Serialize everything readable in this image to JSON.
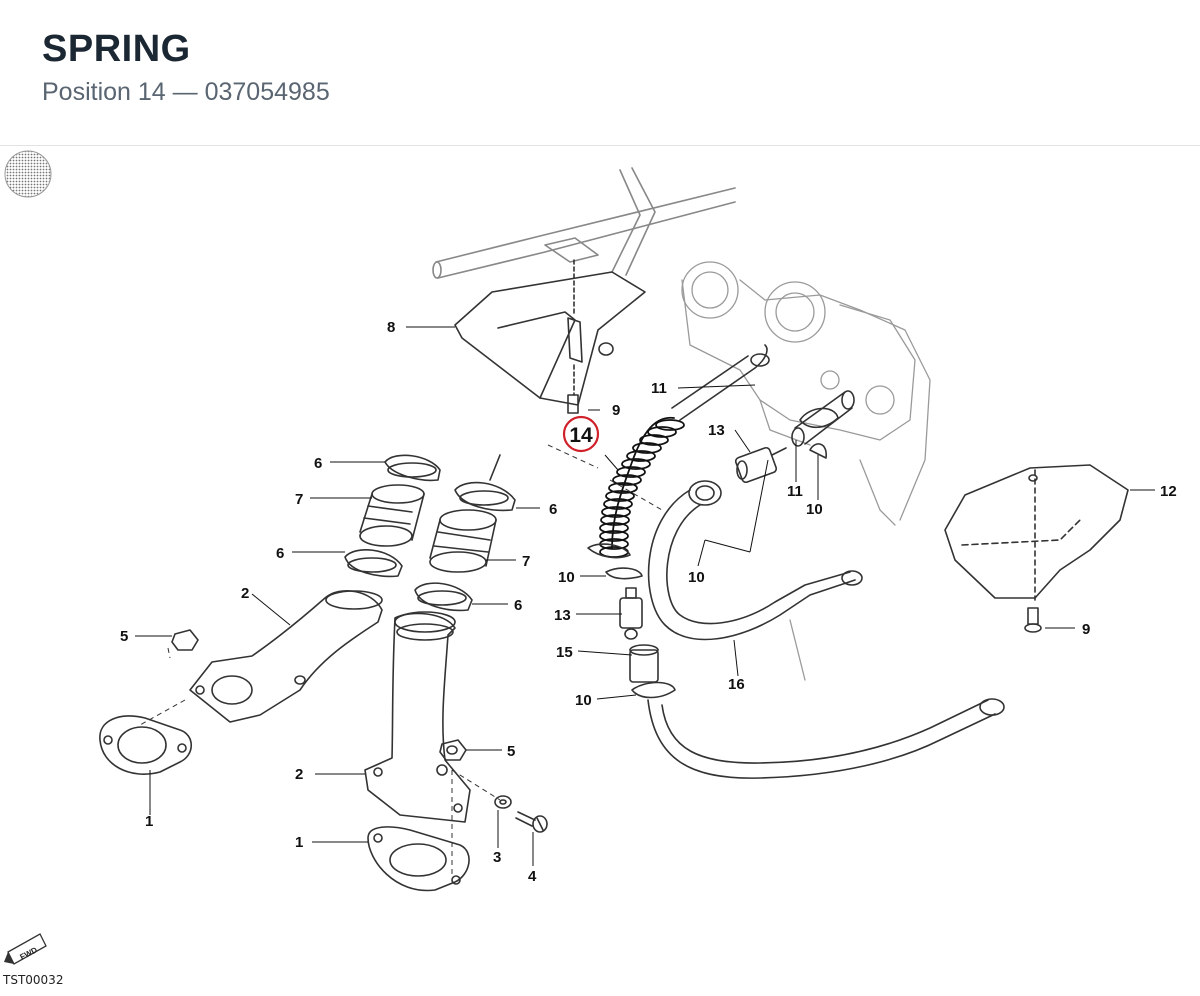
{
  "header": {
    "title": "SPRING",
    "subtitle": "Position 14 — 037054985"
  },
  "diagram": {
    "reference_code": "TST00032",
    "fwd_label": "FWD",
    "highlighted_callout": "14",
    "highlight_color": "#d0202a",
    "callouts": [
      "1",
      "1",
      "2",
      "2",
      "3",
      "4",
      "5",
      "5",
      "6",
      "6",
      "6",
      "6",
      "7",
      "7",
      "8",
      "9",
      "9",
      "10",
      "10",
      "10",
      "10",
      "11",
      "11",
      "12",
      "13",
      "13",
      "14",
      "15",
      "16"
    ]
  }
}
